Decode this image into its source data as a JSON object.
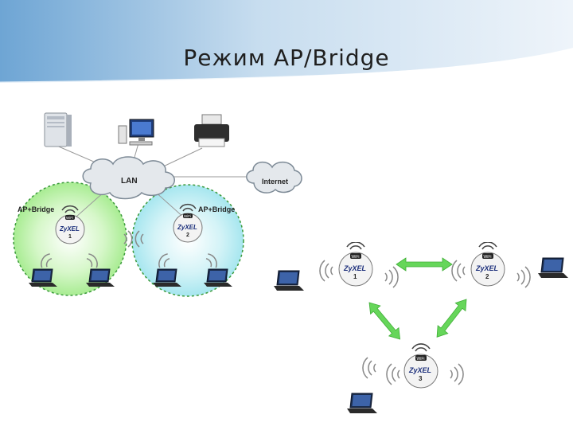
{
  "slide": {
    "title": "Режим AP/Bridge"
  },
  "lan_diagram": {
    "lan_label": "LAN",
    "internet_label": "Internet",
    "ap1_mode": "AP+Bridge",
    "ap2_mode": "AP+Bridge",
    "ap1_brand": "ZyXEL",
    "ap1_number": "1",
    "ap2_brand": "ZyXEL",
    "ap2_number": "2",
    "wifi_badge": "WiFi"
  },
  "mesh_diagram": {
    "ap1_brand": "ZyXEL",
    "ap1_number": "1",
    "ap2_brand": "ZyXEL",
    "ap2_number": "2",
    "ap3_brand": "ZyXEL",
    "ap3_number": "3",
    "wifi_badge": "WiFi"
  },
  "colors": {
    "header_blue": "#7fb0d8",
    "zone_green": "#b9f2a6",
    "zone_cyan": "#b5ecf3",
    "arrow_green": "#66d65a",
    "router_bg": "#f3f3f3"
  }
}
